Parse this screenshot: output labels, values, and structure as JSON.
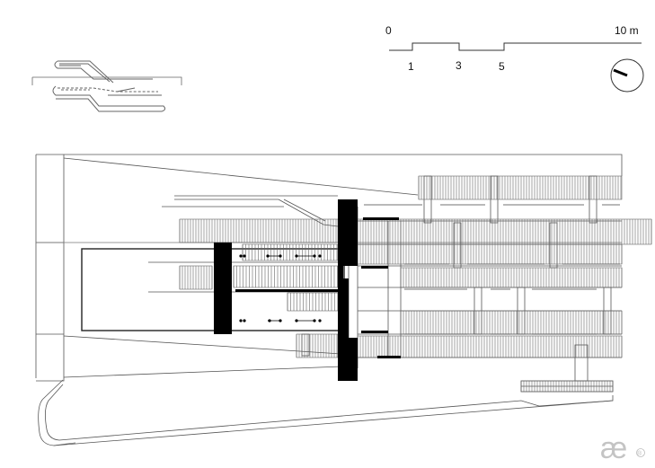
{
  "scale_bar": {
    "start_label": "0",
    "end_label": "10 m",
    "tick_labels": [
      "1",
      "3",
      "5"
    ]
  },
  "logo": {
    "text": "æ",
    "mark": "®"
  },
  "colors": {
    "line": "#555555",
    "wall": "#000000",
    "background": "#ffffff"
  },
  "icons": [
    "north-arrow-icon",
    "key-plan-thumbnail"
  ]
}
